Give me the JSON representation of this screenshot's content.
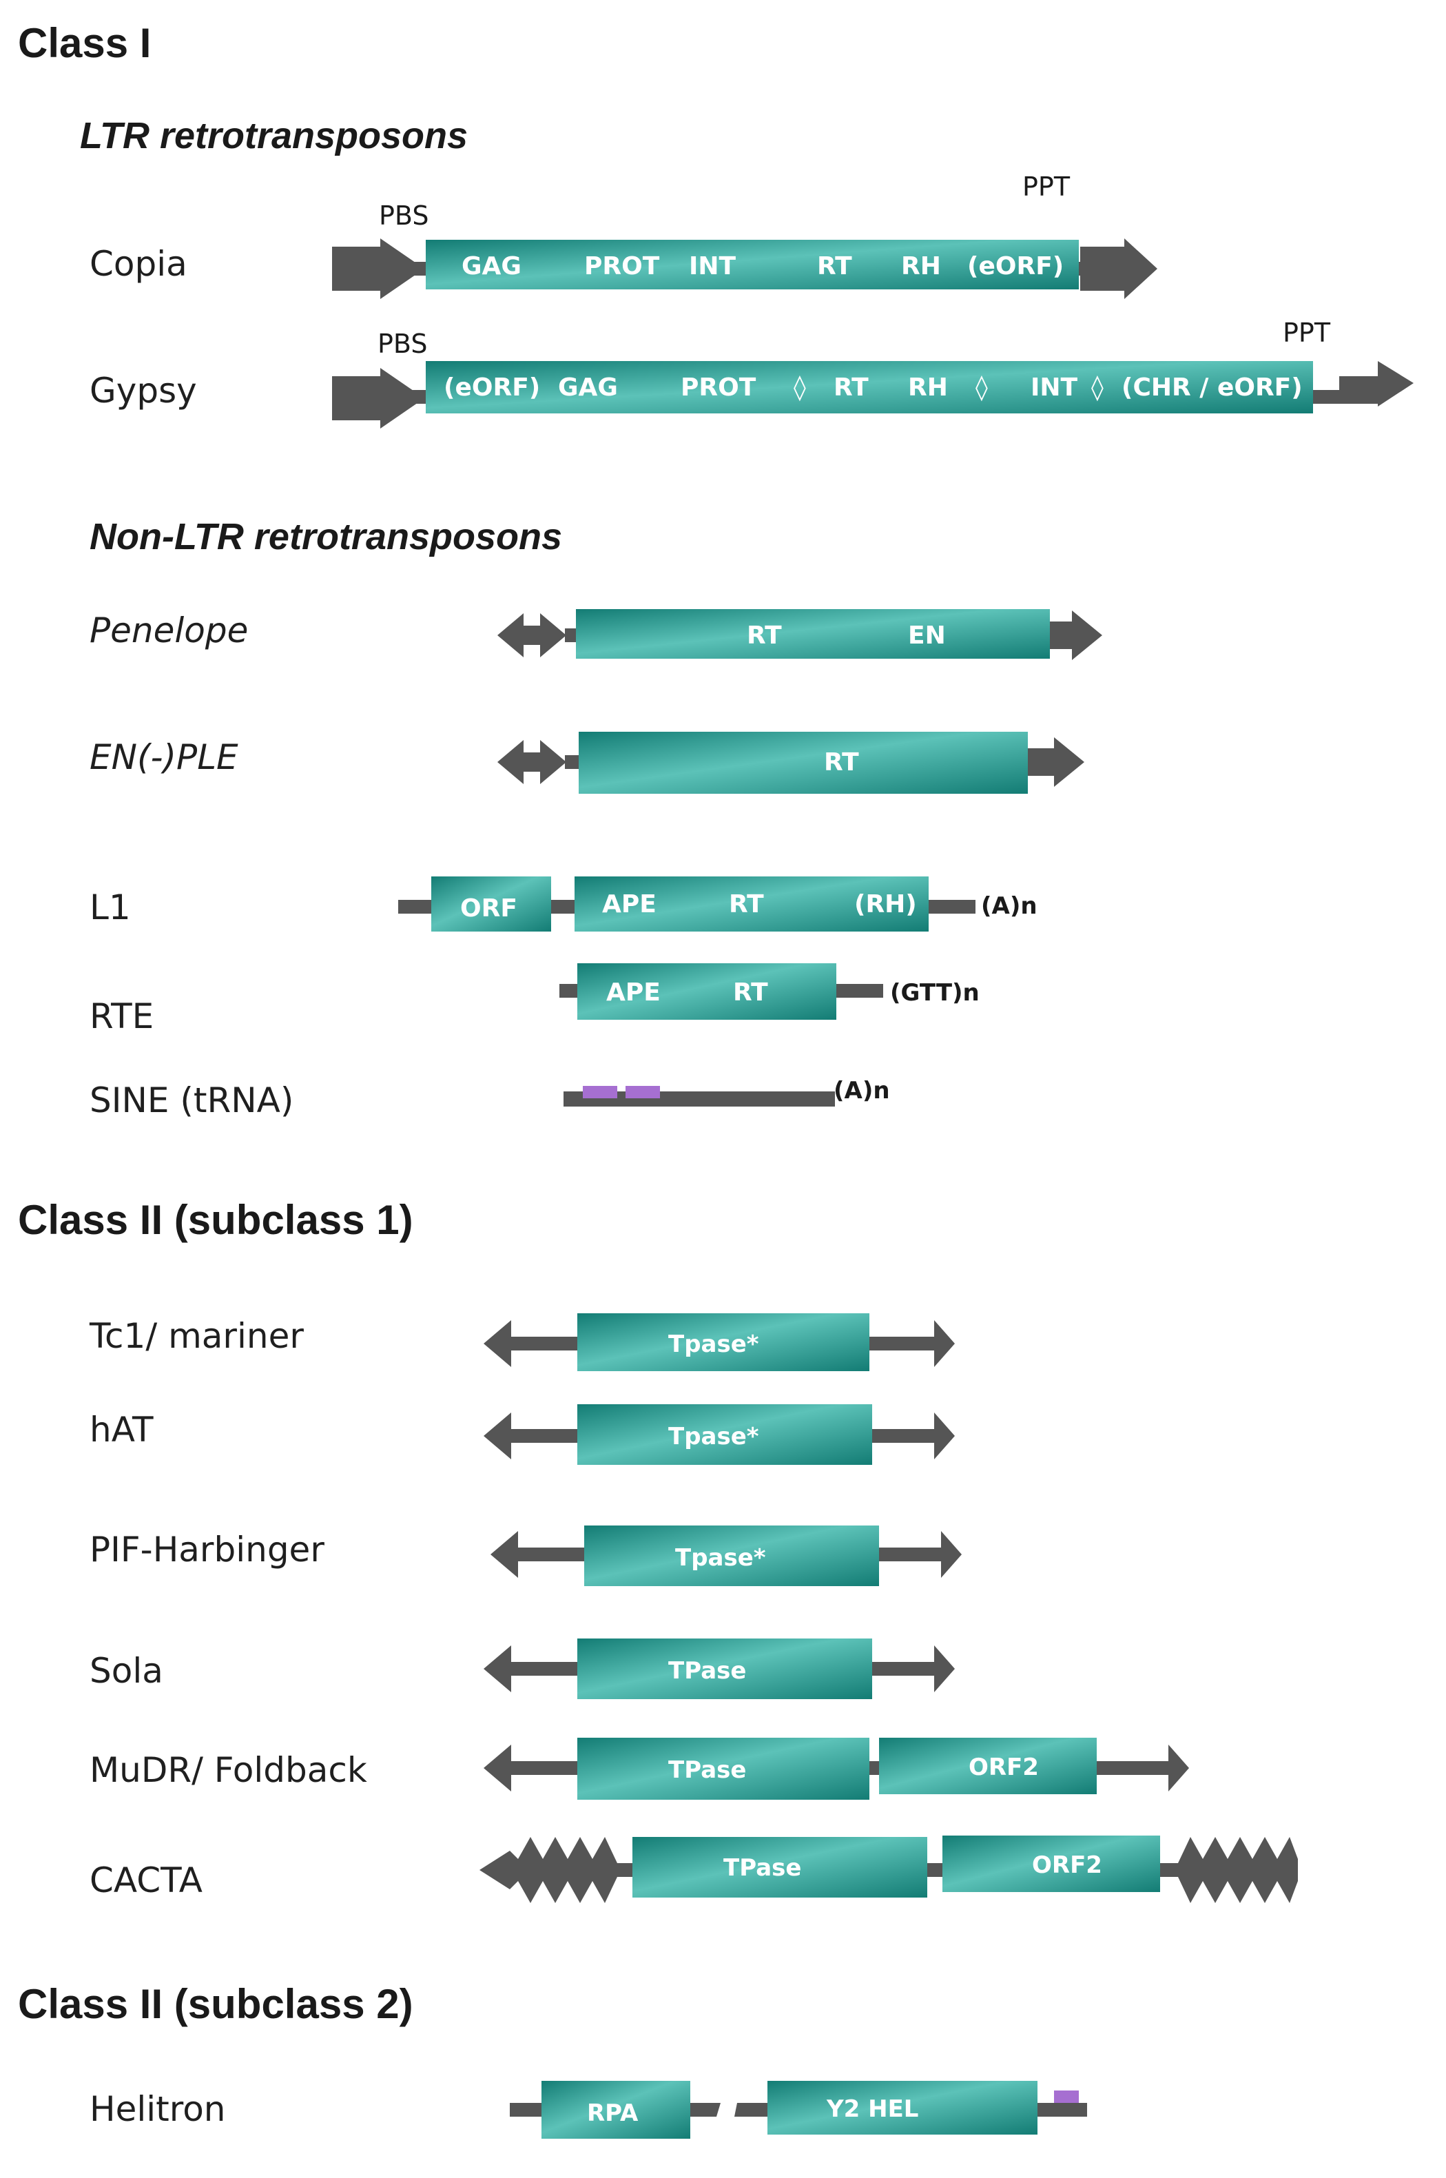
{
  "headings": {
    "class1": "Class I",
    "ltr": "LTR retrotransposons",
    "nonltr": "Non-LTR retrotransposons",
    "class2_sub1": "Class II (subclass 1)",
    "class2_sub2": "Class II (subclass 2)"
  },
  "elements": {
    "copia": {
      "name": "Copia",
      "pbs": "PBS",
      "ppt": "PPT",
      "domains": [
        "GAG",
        "PROT",
        "INT",
        "RT",
        "RH",
        "(eORF)"
      ]
    },
    "gypsy": {
      "name": "Gypsy",
      "pbs": "PBS",
      "ppt": "PPT",
      "domains": [
        "(eORF)",
        "GAG",
        "PROT",
        "◊",
        "RT",
        "RH",
        "◊",
        "INT",
        "◊",
        "(CHR / eORF)"
      ]
    },
    "penelope": {
      "name": "Penelope",
      "domains": [
        "RT",
        "EN"
      ]
    },
    "enple": {
      "name": "EN(-)PLE",
      "domains": [
        "RT"
      ]
    },
    "l1": {
      "name": "L1",
      "orf": "ORF",
      "domains": [
        "APE",
        "RT",
        "(RH)"
      ],
      "tail": "(A)n"
    },
    "rte": {
      "name": "RTE",
      "domains": [
        "APE",
        "RT"
      ],
      "tail": "(GTT)n"
    },
    "sine": {
      "name": "SINE (tRNA)",
      "tail": "(A)n"
    },
    "tc1": {
      "name": "Tc1/ mariner",
      "domain": "Tpase*"
    },
    "hat": {
      "name": "hAT",
      "domain": "Tpase*"
    },
    "pif": {
      "name": "PIF-Harbinger",
      "domain": "Tpase*"
    },
    "sola": {
      "name": "Sola",
      "domain": "TPase"
    },
    "mudr": {
      "name": "MuDR/ Foldback",
      "domains": [
        "TPase",
        "ORF2"
      ]
    },
    "cacta": {
      "name": "CACTA",
      "domains": [
        "TPase",
        "ORF2"
      ]
    },
    "helitron": {
      "name": "Helitron",
      "domains": [
        "RPA",
        "Y2 HEL"
      ]
    }
  },
  "colors": {
    "box": "#1f9e96",
    "box_dark": "#137c74",
    "box_light": "#5cc2b8",
    "line": "#555555",
    "accent": "#a66fd1",
    "text": "#1a1a1a"
  }
}
